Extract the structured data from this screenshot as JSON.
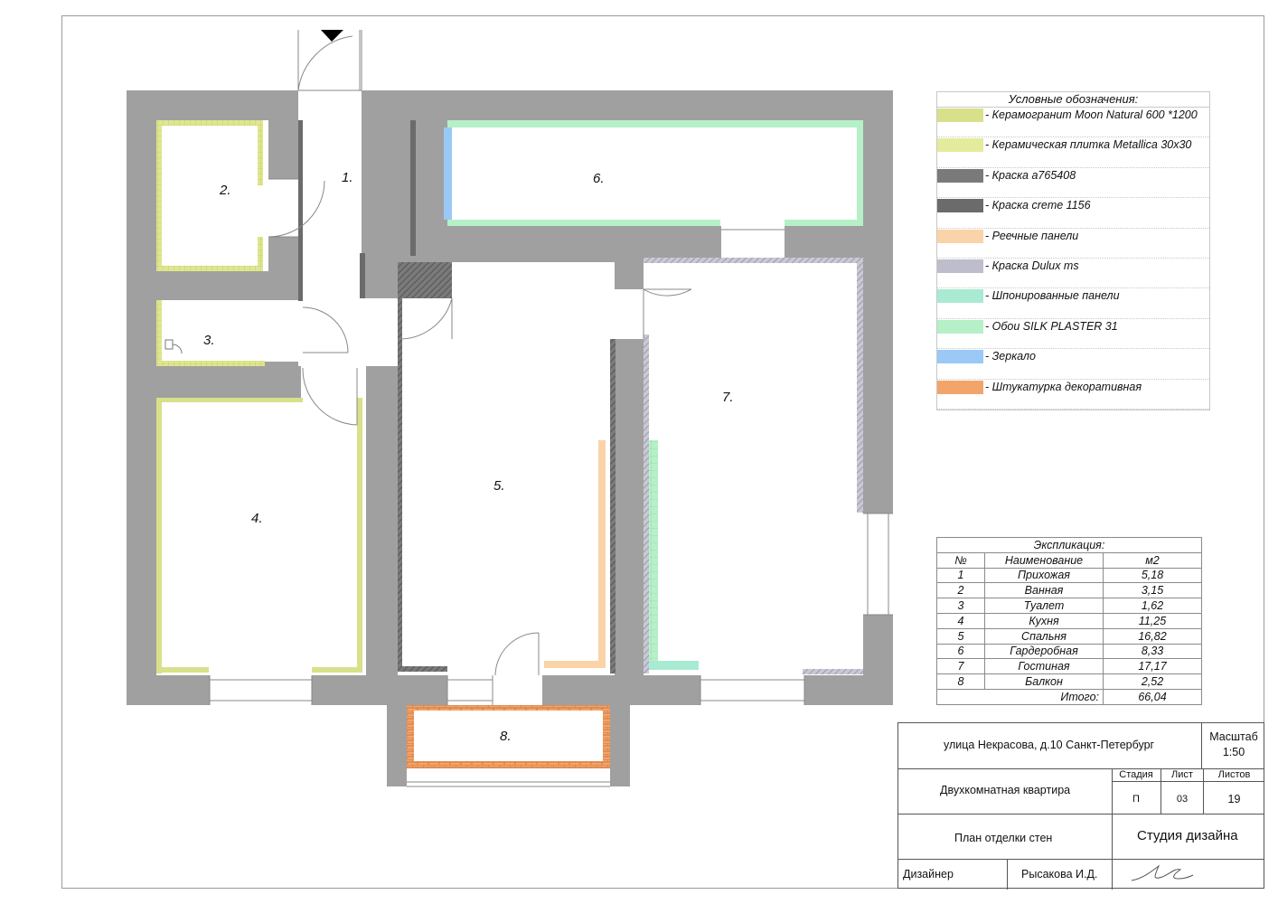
{
  "rooms": {
    "r1": "1.",
    "r2": "2.",
    "r3": "3.",
    "r4": "4.",
    "r5": "5.",
    "r6": "6.",
    "r7": "7.",
    "r8": "8."
  },
  "legend": {
    "title": "Условные обозначения:",
    "items": [
      {
        "label": "- Керамогранит Moon Natural 600  *1200",
        "color": "#d9e08a"
      },
      {
        "label": "- Керамическая плитка Metallica 30x30",
        "color": "#e4eb9c"
      },
      {
        "label": "- Краска a765408",
        "color": "#7a7a7a"
      },
      {
        "label": "- Краска creme 1156",
        "color": "#6b6b6b"
      },
      {
        "label": "- Реечные панели",
        "color": "#fbd3a8"
      },
      {
        "label": "- Краска Dulux ms",
        "color": "#bdbdcc"
      },
      {
        "label": "- Шпонированные панели",
        "color": "#a9ead2"
      },
      {
        "label": "- Обои SILK PLASTER 31",
        "color": "#b6f0c8"
      },
      {
        "label": "- Зеркало",
        "color": "#99c9f4"
      },
      {
        "label": "- Штукатурка декоративная",
        "color": "#f3a46a"
      }
    ]
  },
  "explication": {
    "title": "Экспликация:",
    "headers": [
      "№",
      "Наименование",
      "м2"
    ],
    "rows": [
      [
        "1",
        "Прихожая",
        "5,18"
      ],
      [
        "2",
        "Ванная",
        "3,15"
      ],
      [
        "3",
        "Туалет",
        "1,62"
      ],
      [
        "4",
        "Кухня",
        "11,25"
      ],
      [
        "5",
        "Спальня",
        "16,82"
      ],
      [
        "6",
        "Гардеробная",
        "8,33"
      ],
      [
        "7",
        "Гостиная",
        "17,17"
      ],
      [
        "8",
        "Балкон",
        "2,52"
      ]
    ],
    "total_label": "Итого:",
    "total_value": "66,04"
  },
  "stamp": {
    "address": "улица Некрасова, д.10 Санкт-Петербург",
    "scale_label": "Масштаб",
    "scale_value": "1:50",
    "project": "Двухкомнатная квартира",
    "stage_label": "Стадия",
    "sheet_label": "Лист",
    "sheets_label": "Листов",
    "stage_value": "П",
    "sheet_value": "03",
    "sheets_value": "19",
    "drawing": "План отделки стен",
    "studio": "Студия дизайна",
    "designer_label": "Дизайнер",
    "designer_name": "Рысакова И.Д."
  }
}
